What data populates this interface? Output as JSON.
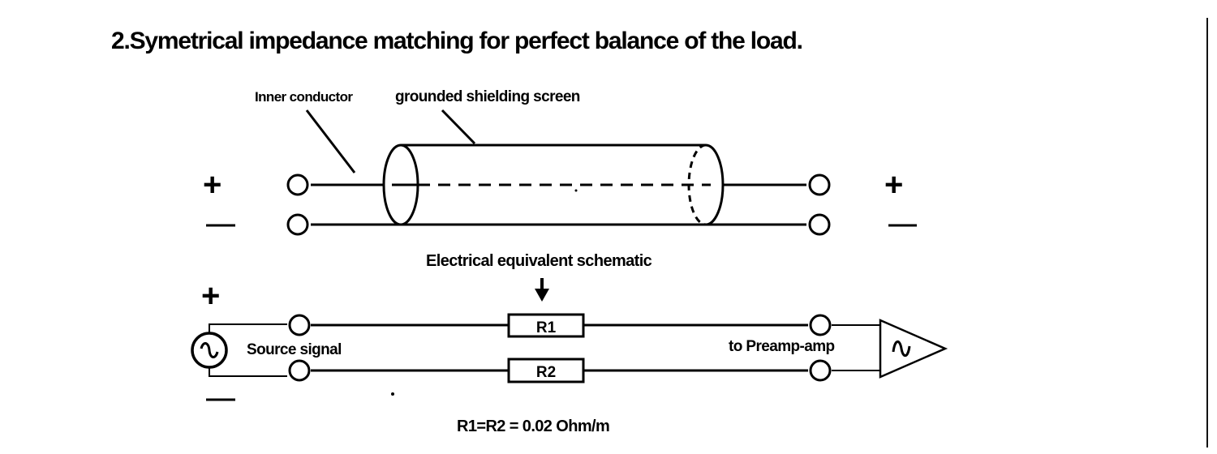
{
  "title": {
    "bold": "2.Symetrical impedance matching",
    "rest": " for perfect balance of the load."
  },
  "labels": {
    "inner_conductor": "Inner conductor",
    "shielding": "grounded shielding screen",
    "schematic": "Electrical equivalent schematic",
    "source": "Source signal",
    "preamp": "to Preamp-amp",
    "r1": "R1",
    "r2": "R2",
    "formula": "R1=R2 = 0.02 Ohm/m",
    "plus": "+",
    "minus": "—"
  }
}
